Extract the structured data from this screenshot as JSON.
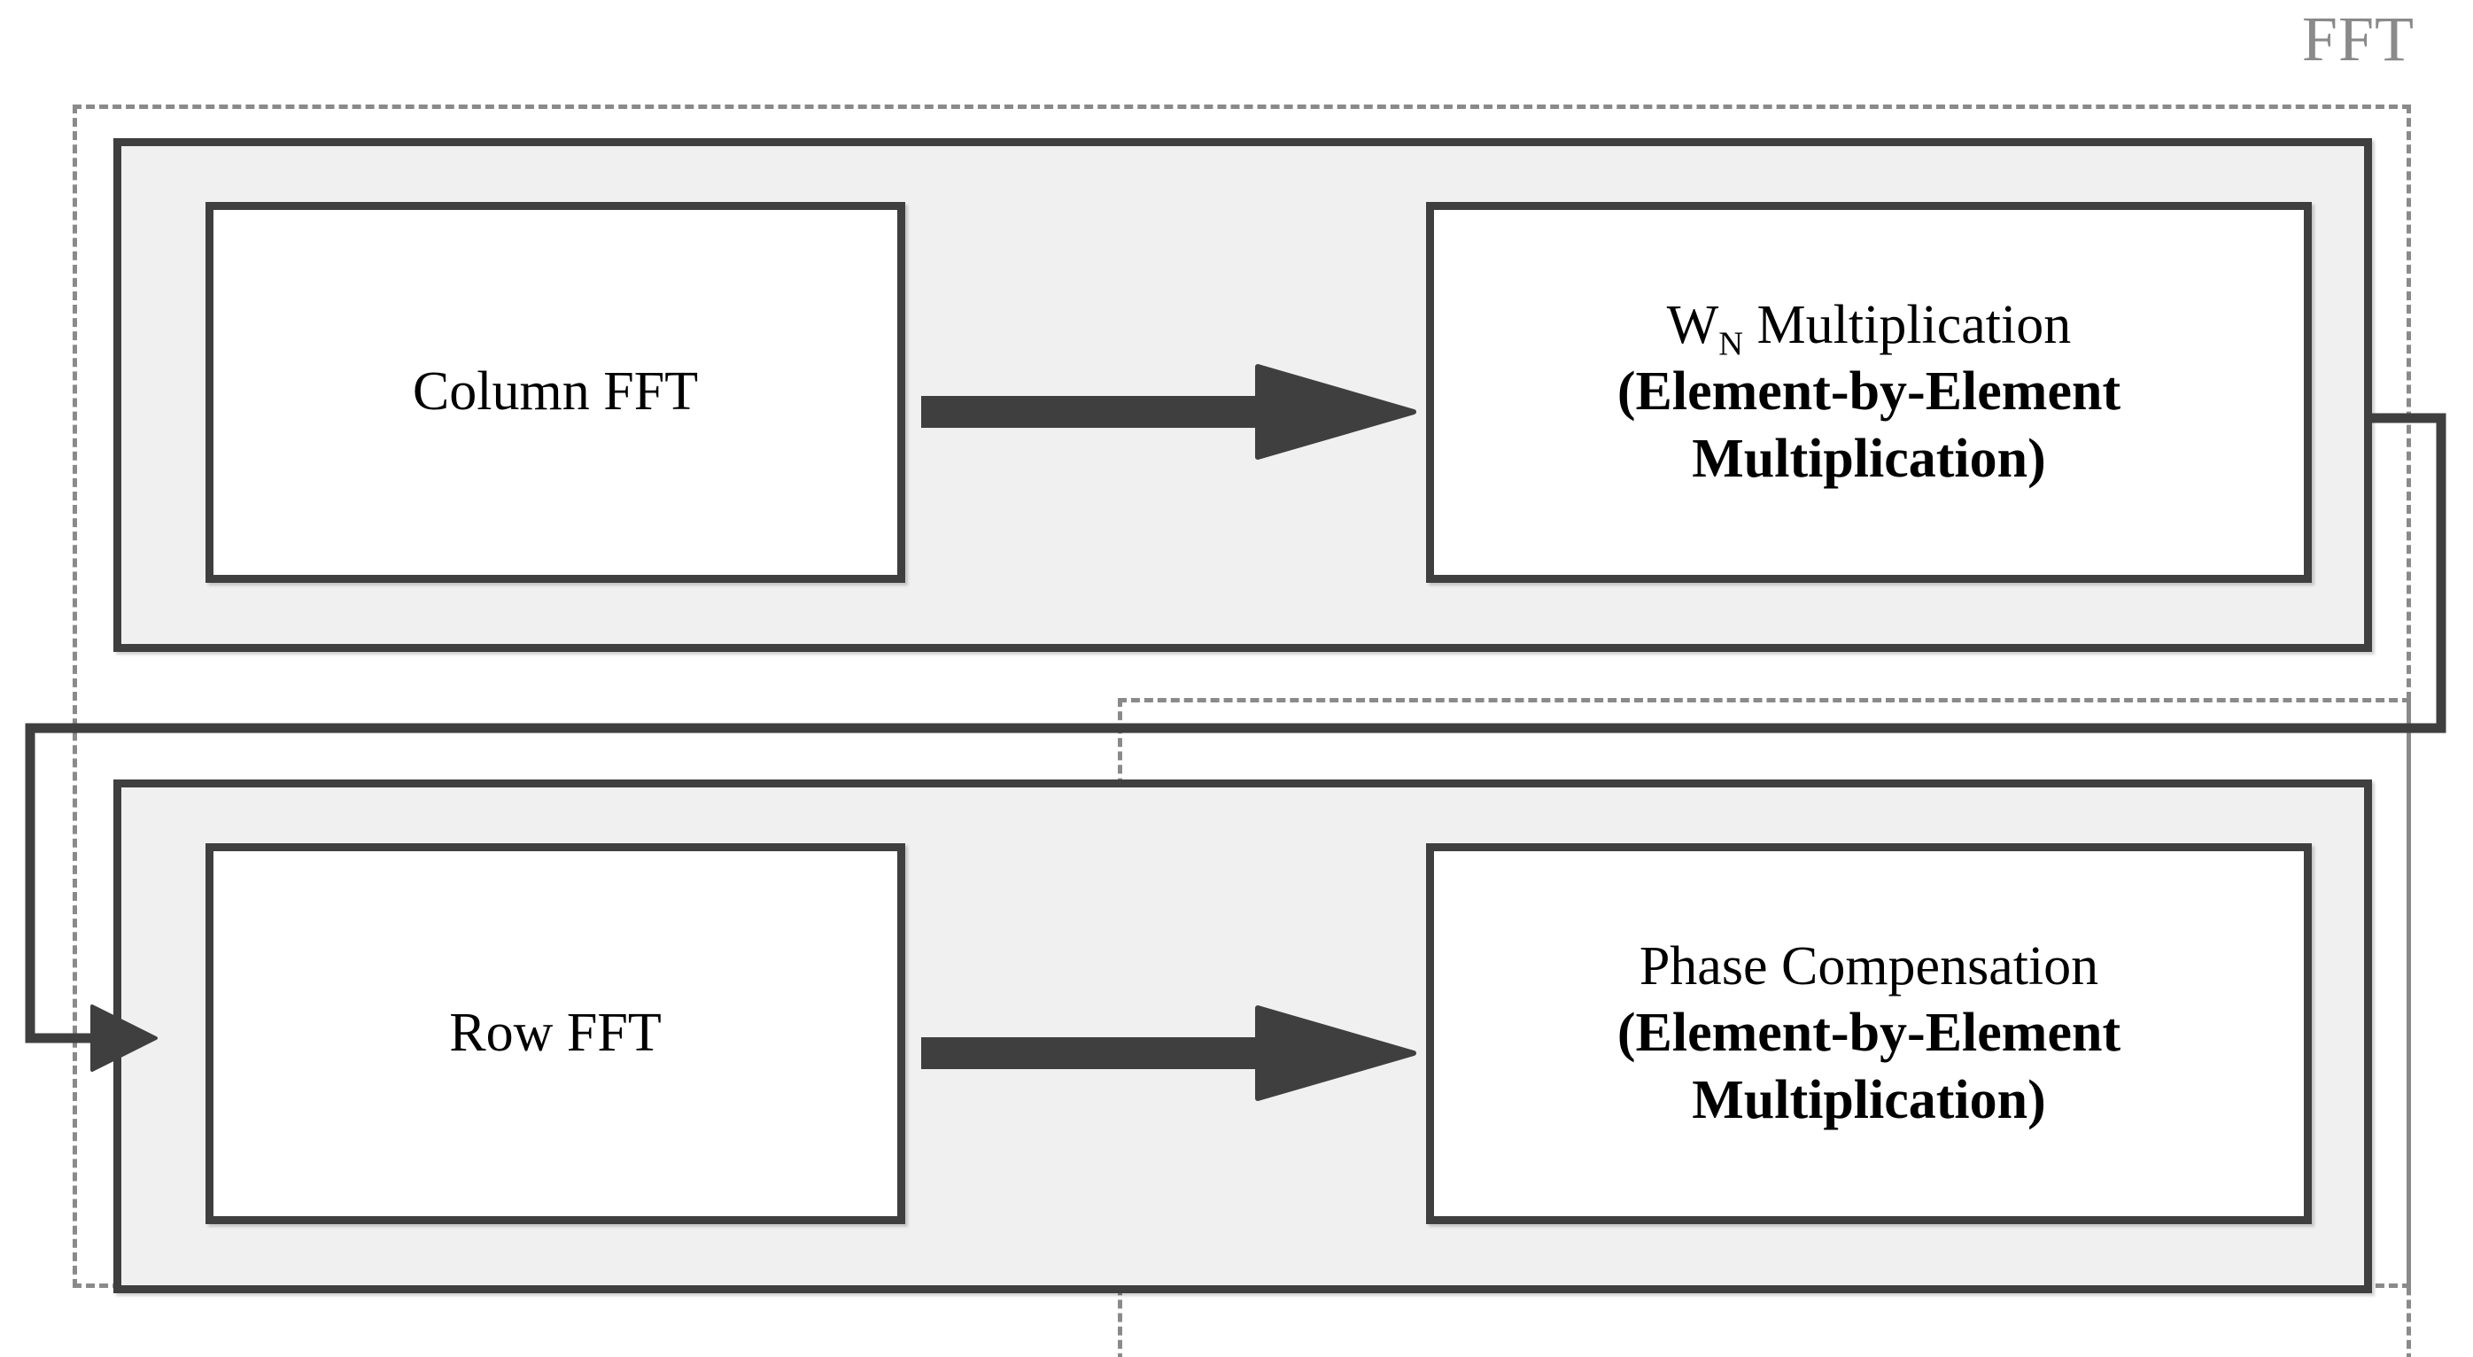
{
  "diagram": {
    "title_label": "FFT",
    "background_color": "#ffffff",
    "panel_fill": "#f0f0f0",
    "box_fill": "#ffffff",
    "stroke_color": "#3f3f3f",
    "dashed_color": "#8a8a8a",
    "caption_color": "#8a8a8a"
  },
  "groups": [
    {
      "name": "fft-group-top",
      "label": "FFT",
      "style": "dashed"
    },
    {
      "name": "fft-group-bottom",
      "label": "",
      "style": "dashed"
    }
  ],
  "stages": [
    {
      "name": "stage-column",
      "boxes": [
        {
          "name": "column-fft",
          "lines": [
            {
              "text": "Column FFT",
              "weight": "regular"
            }
          ]
        },
        {
          "name": "wn-multiplication",
          "lines": [
            {
              "text": "W",
              "subscript": "N",
              "suffix": " Multiplication",
              "weight": "regular"
            },
            {
              "text": "(Element-by-Element",
              "weight": "bold"
            },
            {
              "text": "Multiplication)",
              "weight": "bold"
            }
          ]
        }
      ],
      "arrow": {
        "name": "arrow-column-to-wn",
        "direction": "right"
      }
    },
    {
      "name": "stage-row",
      "boxes": [
        {
          "name": "row-fft",
          "lines": [
            {
              "text": "Row FFT",
              "weight": "regular"
            }
          ]
        },
        {
          "name": "phase-compensation",
          "lines": [
            {
              "text": "Phase Compensation",
              "weight": "regular"
            },
            {
              "text": "(Element-by-Element",
              "weight": "bold"
            },
            {
              "text": "Multiplication)",
              "weight": "bold"
            }
          ]
        }
      ],
      "arrow": {
        "name": "arrow-row-to-phase",
        "direction": "right"
      }
    }
  ],
  "connectors": [
    {
      "name": "feedback-loop",
      "from": "wn-multiplication-stage",
      "to": "row-fft-stage",
      "direction": "right-down-left-down-right",
      "arrowhead": "right"
    }
  ],
  "labels": {
    "box_column_fft": "Column FFT",
    "box_wn_prefix": "W",
    "box_wn_subscript": "N",
    "box_wn_suffix": " Multiplication",
    "box_wn_line2": "(Element-by-Element",
    "box_wn_line3": "Multiplication)",
    "box_row_fft": "Row FFT",
    "box_phase_line1": "Phase Compensation",
    "box_phase_line2": "(Element-by-Element",
    "box_phase_line3": "Multiplication)",
    "fft_group": "FFT"
  }
}
